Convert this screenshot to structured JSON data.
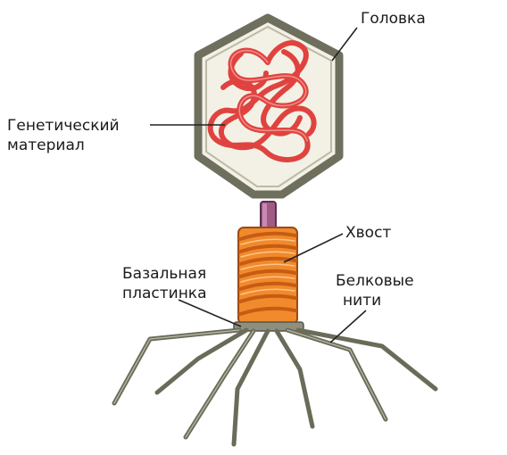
{
  "labels": {
    "head": "Головка",
    "genetic_line1": "Генетический",
    "genetic_line2": "материал",
    "tail": "Хвост",
    "base_line1": "Базальная",
    "base_line2": "пластинка",
    "fibers_line1": "Белковые",
    "fibers_line2": "нити"
  },
  "colors": {
    "head_outline": "#6f6f5e",
    "head_fill": "#e6e3d3",
    "dna": "#e0433f",
    "tail_sheath": "#f08a2c",
    "tail_coil": "#c65c14",
    "core": "#a05a86",
    "fibers": "#6b6b5a",
    "pointer_line": "#222222"
  }
}
